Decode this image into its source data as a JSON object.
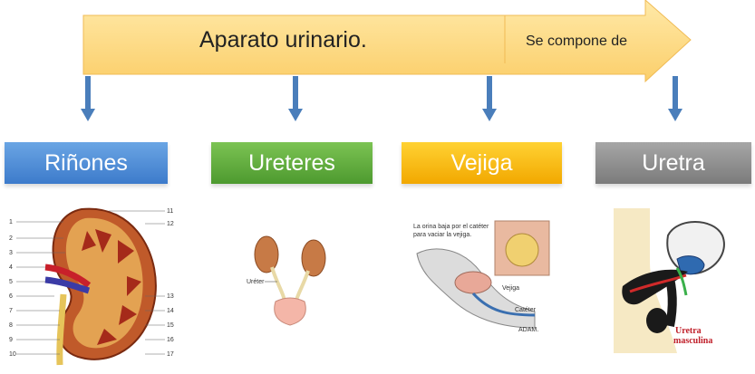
{
  "banner": {
    "title": "Aparato urinario.",
    "subtitle": "Se compone de"
  },
  "parts": [
    {
      "label": "Riñones",
      "color": "#4a88d6"
    },
    {
      "label": "Ureteres",
      "color": "#5fae3d"
    },
    {
      "label": "Vejiga",
      "color": "#f7b90a"
    },
    {
      "label": "Uretra",
      "color": "#8c8c8c"
    }
  ],
  "images": {
    "kidney_numbers": [
      "1",
      "2",
      "3",
      "4",
      "5",
      "6",
      "7",
      "8",
      "9",
      "10",
      "11",
      "12",
      "13",
      "14",
      "15",
      "16",
      "17"
    ],
    "ureter_label": "Uréter",
    "bladder_caption_1": "La orina baja por el catéter",
    "bladder_caption_2": "para vaciar la vejiga.",
    "bladder_label_vejiga": "Vejiga",
    "bladder_label_cateter": "Catéter",
    "bladder_brand": "ADAM.",
    "urethra_label_1": "Uretra",
    "urethra_label_2": "masculina"
  }
}
